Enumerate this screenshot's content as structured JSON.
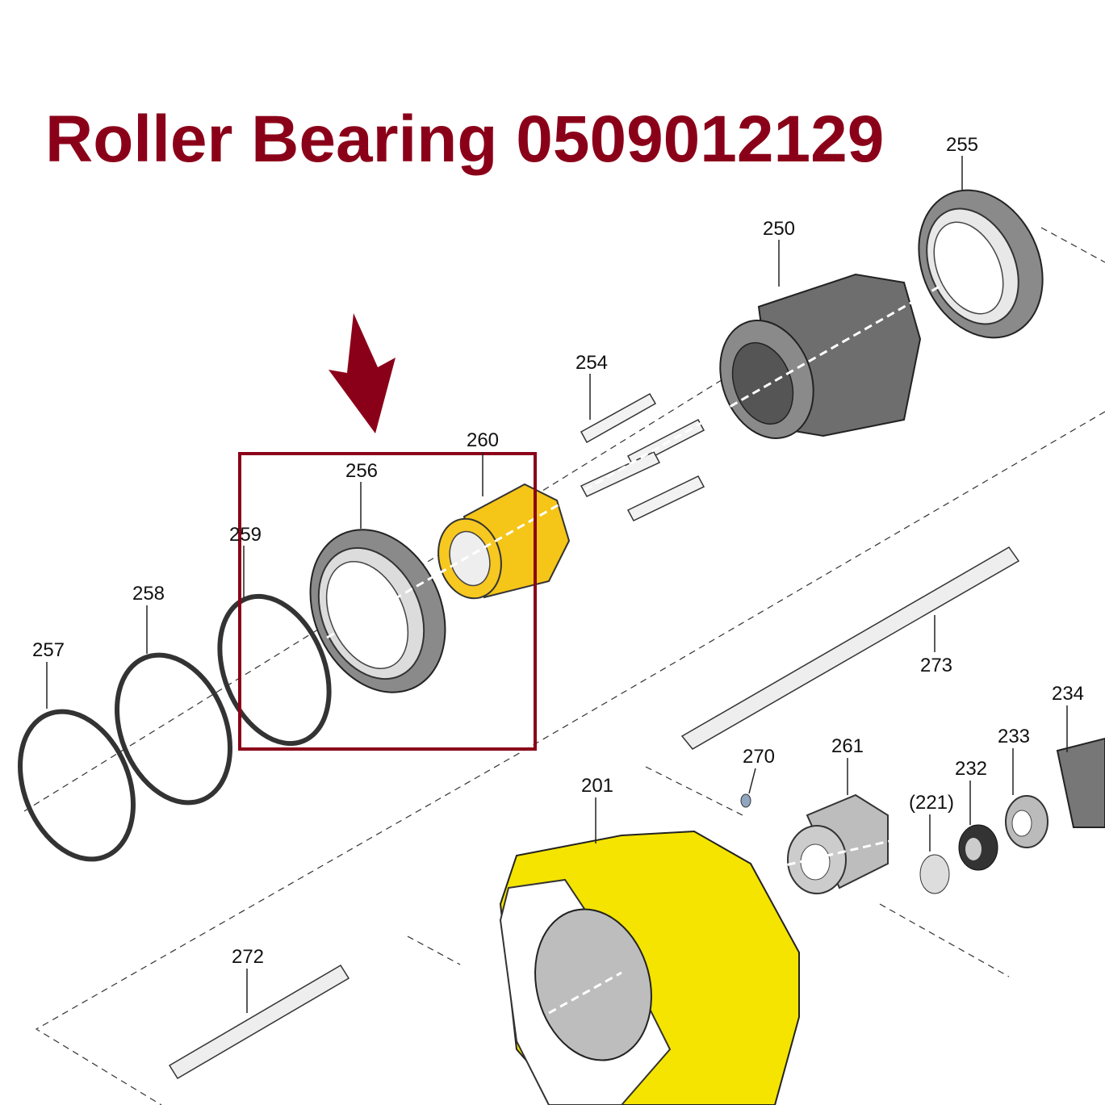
{
  "title": "Roller Bearing 0509012129",
  "colors": {
    "accent": "#8b0019",
    "highlight_part": "#f5c518",
    "housing": "#f4e400",
    "part_gray": "#8a8a8a"
  },
  "labels": {
    "p255": "255",
    "p250": "250",
    "p254": "254",
    "p260": "260",
    "p256": "256",
    "p259": "259",
    "p258": "258",
    "p257": "257",
    "p273": "273",
    "p234": "234",
    "p233": "233",
    "p270": "270",
    "p261": "261",
    "p232": "232",
    "p221": "(221)",
    "p201": "201",
    "p272": "272"
  }
}
